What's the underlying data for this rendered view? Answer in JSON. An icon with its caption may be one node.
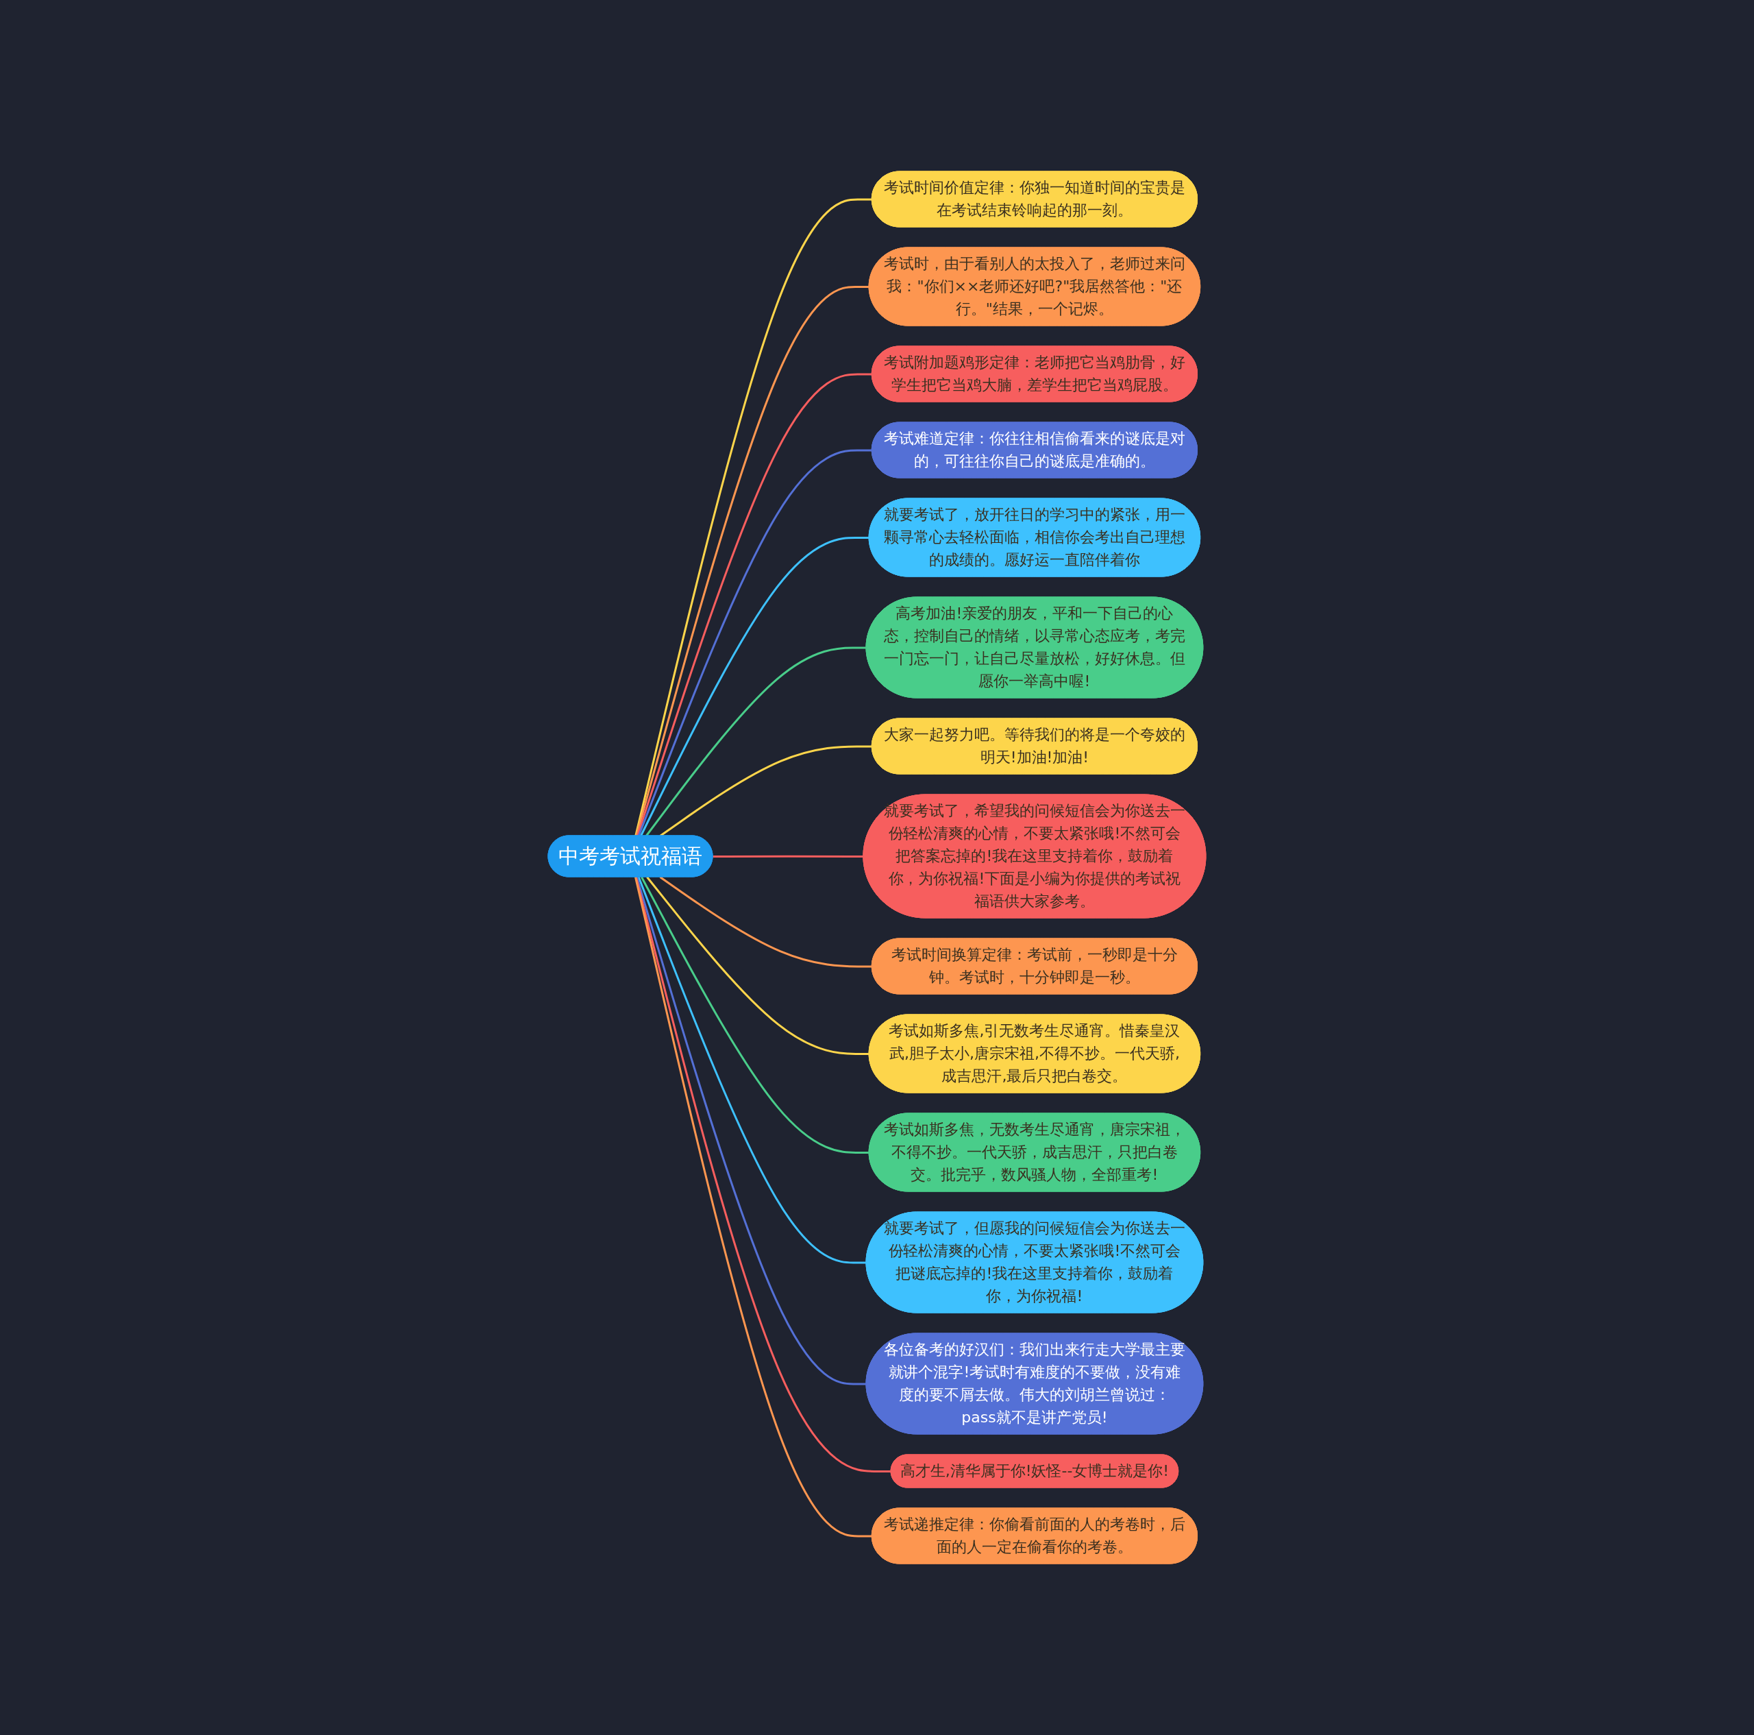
{
  "diagram": {
    "nodes": [
      {
        "text": [
          "中考考试祝福语"
        ]
      },
      {
        "text": [
          "考试时间价值定律：你独一知道时间的宝贵是在考试结束铃响起的那一刻。"
        ]
      },
      {
        "text": [
          "考试时，由于看别人的太投入了，老师过来问我：\"你们××老师还好吧?\"我居然答他：\"还行。\"结果，一个记烬。"
        ]
      },
      {
        "text": [
          "考试附加题鸡形定律：老师把它当鸡肋骨，好学生把它当鸡大腩，差学生把它当鸡屁股。"
        ]
      },
      {
        "text": [
          "考试难道定律：你往往相信偷看来的谜底是对的，可往往你自己的谜底是准确的。"
        ]
      },
      {
        "text": [
          "就要考试了，放开往日的学习中的紧张，用一颗寻常心去轻松面临，相信你会考出自己理想的成绩的。愿好运一直陪伴着你"
        ]
      },
      {
        "text": [
          "高考加油!亲爱的朋友，平和一下自己的心态，控制自己的情绪，以寻常心态应考，考完一门忘一门，让自己尽量放松，好好休息。但愿你一举高中喔!"
        ]
      },
      {
        "text": [
          "大家一起努力吧。等待我们的将是一个夸姣的明天!加油!加油!"
        ]
      },
      {
        "text": [
          "就要考试了，希望我的问候短信会为你送去一份轻松清爽的心情，不要太紧张哦!不然可会把答案忘掉的!我在这里支持着你，鼓励着你，为你祝福!下面是小编为你提供的考试祝福语供大家参考。"
        ]
      },
      {
        "text": [
          "考试时间换算定律：考试前，一秒即是十分钟。考试时，十分钟即是一秒。"
        ]
      },
      {
        "text": [
          "考试如斯多焦,引无数考生尽通宵。惜秦皇汉武,胆子太小,唐宗宋祖,不得不抄。一代天骄,成吉思汗,最后只把白卷交。"
        ]
      },
      {
        "text": [
          "考试如斯多焦，无数考生尽通宵，唐宗宋祖，不得不抄。一代天骄，成吉思汗，只把白卷交。批完乎，数风骚人物，全部重考!"
        ]
      },
      {
        "text": [
          "就要考试了，但愿我的问候短信会为你送去一份轻松清爽的心情，不要太紧张哦!不然可会把谜底忘掉的!我在这里支持着你，鼓励着你，为你祝福!"
        ]
      },
      {
        "text": [
          "各位备考的好汉们：我们出来行走大学最主要就讲个混字!考试时有难度的不要做，没有难度的要不屑去做。伟大的刘胡兰曾说过：pass就不是讲产党员!"
        ]
      },
      {
        "text": [
          "高才生,清华属于你!妖怪--女博士就是你!"
        ]
      },
      {
        "text": [
          "考试递推定律：你偷看前面的人的考卷时，后面的人一定在偷看你的考卷。"
        ]
      }
    ],
    "edges": [
      {
        "from": 0,
        "to": 1,
        "arrow": "none",
        "color": "#fdd54b"
      },
      {
        "from": 0,
        "to": 2,
        "arrow": "none",
        "color": "#fd9650"
      },
      {
        "from": 0,
        "to": 3,
        "arrow": "none",
        "color": "#f75e5e"
      },
      {
        "from": 0,
        "to": 4,
        "arrow": "none",
        "color": "#5470d6"
      },
      {
        "from": 0,
        "to": 5,
        "arrow": "none",
        "color": "#3ec1fe"
      },
      {
        "from": 0,
        "to": 6,
        "arrow": "none",
        "color": "#49cd8a"
      },
      {
        "from": 0,
        "to": 7,
        "arrow": "none",
        "color": "#fdd54b"
      },
      {
        "from": 0,
        "to": 8,
        "arrow": "none",
        "color": "#f75e5e"
      },
      {
        "from": 0,
        "to": 9,
        "arrow": "none",
        "color": "#fd9650"
      },
      {
        "from": 0,
        "to": 10,
        "arrow": "none",
        "color": "#fdd54b"
      },
      {
        "from": 0,
        "to": 11,
        "arrow": "none",
        "color": "#49cd8a"
      },
      {
        "from": 0,
        "to": 12,
        "arrow": "none",
        "color": "#3ec1fe"
      },
      {
        "from": 0,
        "to": 13,
        "arrow": "none",
        "color": "#5470d6"
      },
      {
        "from": 0,
        "to": 14,
        "arrow": "none",
        "color": "#f75e5e"
      },
      {
        "from": 0,
        "to": 15,
        "arrow": "none",
        "color": "#fd9650"
      }
    ]
  }
}
